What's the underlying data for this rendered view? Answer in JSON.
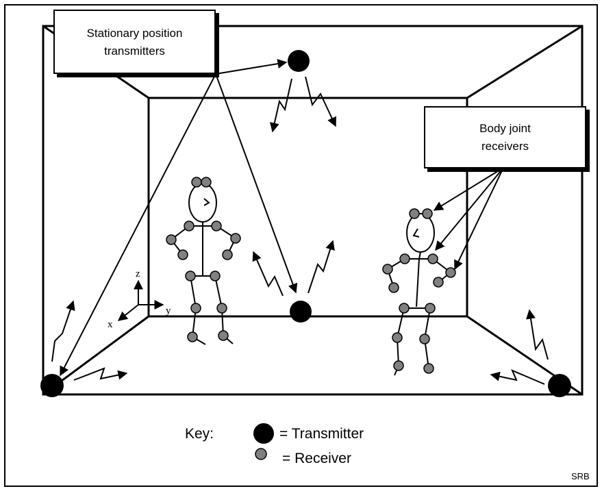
{
  "callouts": {
    "transmitters": {
      "line1": "Stationary position",
      "line2": "transmitters"
    },
    "receivers": {
      "line1": "Body joint",
      "line2": "receivers"
    }
  },
  "axes": {
    "z": "z",
    "y": "y",
    "x": "x"
  },
  "key": {
    "label": "Key:",
    "transmitter": "= Transmitter",
    "receiver": "= Receiver"
  },
  "signature": "SRB",
  "colors": {
    "transmitter": "#000000",
    "receiver": "#808080",
    "line": "#000000",
    "background": "#ffffff"
  }
}
